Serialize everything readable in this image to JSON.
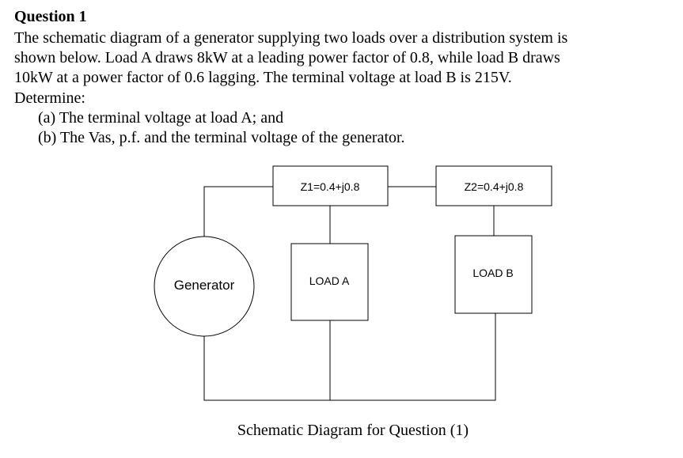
{
  "question": {
    "title": "Question 1",
    "lines": [
      "The schematic diagram of a generator supplying two loads over a distribution system is",
      "shown below. Load A draws 8kW at a leading power factor of 0.8, while load B draws",
      "10kW at a power factor of 0.6 lagging. The terminal voltage at load B is 215V.",
      "Determine:"
    ],
    "items": [
      "(a) The terminal voltage at load A; and",
      "(b) The Vas, p.f. and the terminal voltage of the generator."
    ]
  },
  "diagram": {
    "z1_label": "Z1=0.4+j0.8",
    "z2_label": "Z2=0.4+j0.8",
    "load_a_label": "LOAD A",
    "load_b_label": "LOAD B",
    "generator_label": "Generator",
    "caption": "Schematic Diagram for Question (1)"
  }
}
